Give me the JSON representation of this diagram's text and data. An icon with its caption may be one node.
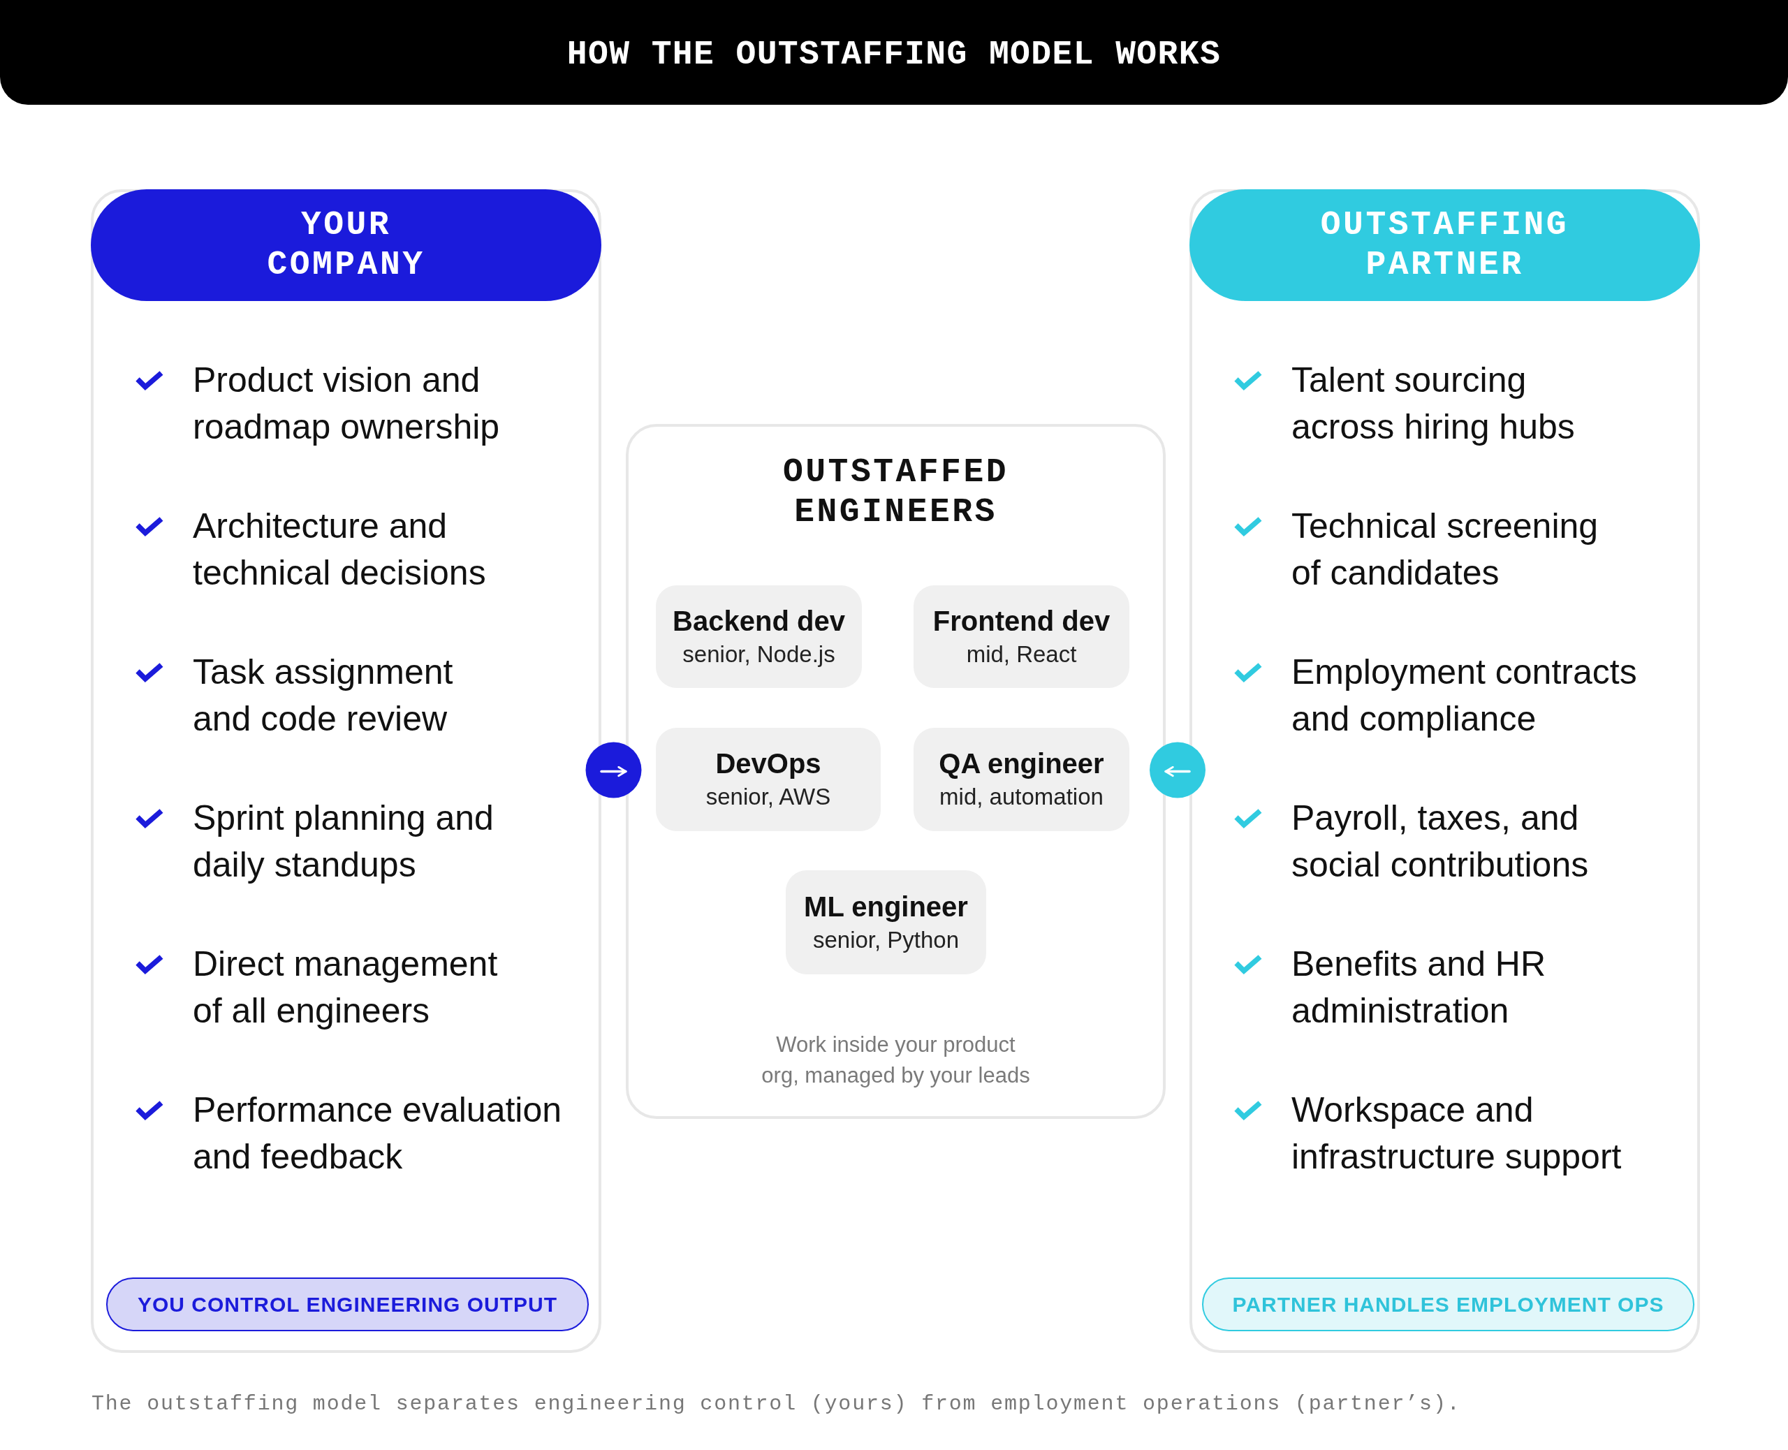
{
  "diagram": {
    "title": "HOW THE OUTSTAFFING MODEL WORKS",
    "caption": "The outstaffing model separates engineering control (yours) from employment operations (partner’s).",
    "nodes": [
      {
        "text": [
          "YOUR COMPANY",
          "Product vision and roadmap ownership",
          "Architecture and technical decisions",
          "Task assignment and code review",
          "Sprint planning and daily standups",
          "Direct management of all engineers",
          "Performance evaluation and feedback"
        ]
      },
      {
        "text": [
          "YOU CONTROL ENGINEERING OUTPUT"
        ],
        "in": 0
      },
      {
        "text": [
          "OUTSTAFFED ENGINEERS",
          "Work inside your product org, managed by your leads"
        ]
      },
      {
        "text": [
          "Backend dev",
          "senior, Node.js"
        ],
        "in": 2
      },
      {
        "text": [
          "Frontend dev",
          "mid, React"
        ],
        "in": 2
      },
      {
        "text": [
          "DevOps",
          "senior, AWS"
        ],
        "in": 2
      },
      {
        "text": [
          "QA engineer",
          "mid, automation"
        ],
        "in": 2
      },
      {
        "text": [
          "ML engineer",
          "senior, Python"
        ],
        "in": 2
      },
      {
        "text": [
          "OUTSTAFFING PARTNER",
          "Talent sourcing across hiring hubs",
          "Technical screening of candidates",
          "Employment contracts and compliance",
          "Payroll, taxes, and social contributions",
          "Benefits and HR administration",
          "Workspace and infrastructure support"
        ]
      },
      {
        "text": [
          "PARTNER HANDLES EMPLOYMENT OPS"
        ],
        "in": 8
      }
    ],
    "edges": [
      {
        "from": 0,
        "to": 2,
        "arrow": "to"
      },
      {
        "from": 8,
        "to": 2,
        "arrow": "to"
      }
    ]
  }
}
